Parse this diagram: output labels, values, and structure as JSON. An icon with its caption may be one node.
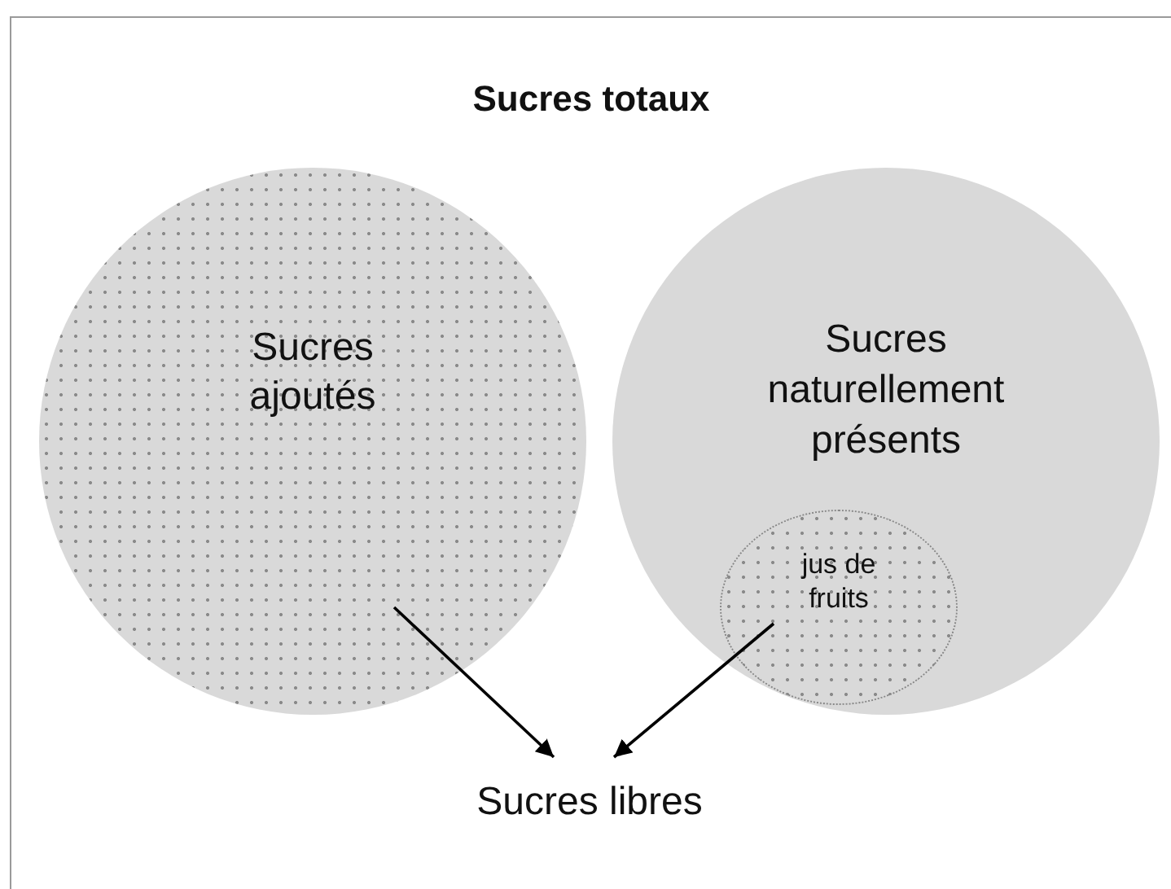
{
  "diagram": {
    "nodes": [
      {
        "text": [
          "Sucres totaux"
        ]
      },
      {
        "text": [
          "Sucres ajoutés"
        ],
        "in": 0
      },
      {
        "text": [
          "Sucres naturellement présents"
        ],
        "in": 0
      },
      {
        "text": [
          "jus de fruits"
        ],
        "in": 2
      },
      {
        "text": [
          "Sucres libres"
        ],
        "in": 0
      }
    ],
    "edges": [
      {
        "from": 1,
        "to": 4,
        "arrow": "to"
      },
      {
        "from": 3,
        "to": 4,
        "arrow": "to"
      }
    ]
  }
}
